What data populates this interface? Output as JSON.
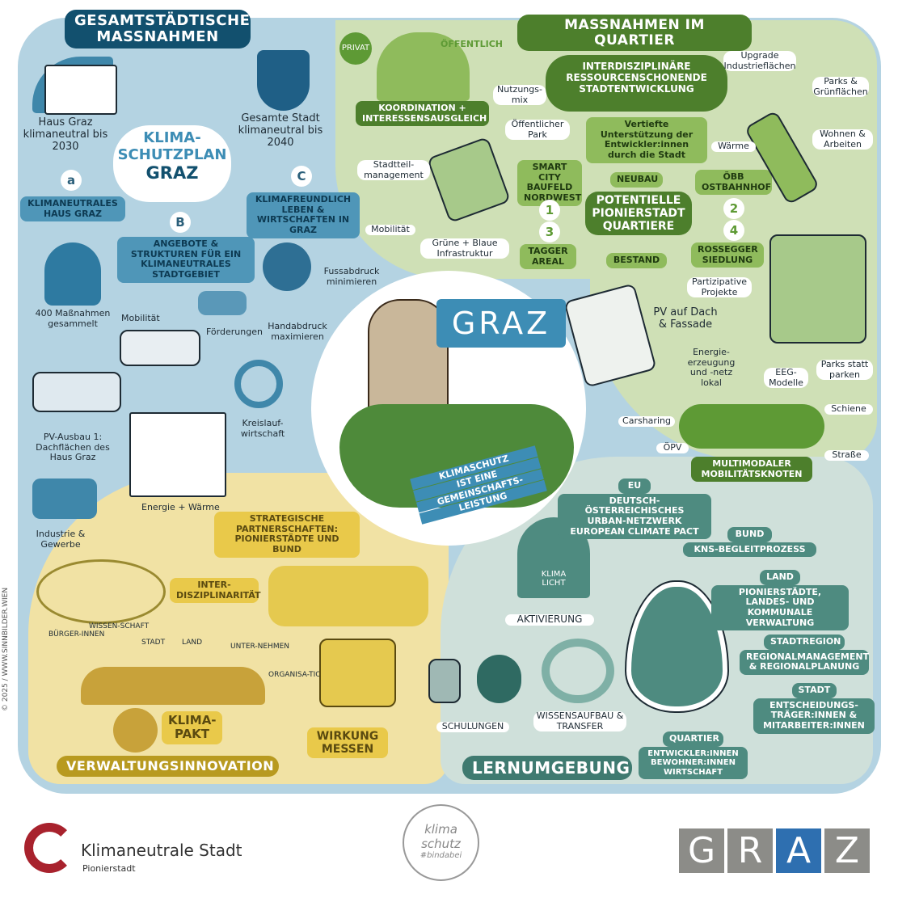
{
  "city": {
    "title": "GRAZ",
    "banner": [
      "KLIMASCHUTZ",
      "IST EINE",
      "GEMEINSCHAFTS-",
      "LEISTUNG"
    ]
  },
  "gesamt": {
    "title": "GESAMTSTÄDTISCHE MASSNAHMEN",
    "center": [
      "KLIMA-",
      "SCHUTZPLAN",
      "GRAZ"
    ],
    "haus": "Haus Graz klimaneutral bis 2030",
    "stadt": "Gesamte Stadt klimaneutral bis 2040",
    "a": "a",
    "a_label": "KLIMANEUTRALES HAUS GRAZ",
    "b": "B",
    "b_label": "ANGEBOTE & STRUKTUREN FÜR EIN KLIMANEUTRALES STADTGEBIET",
    "c": "C",
    "c_label": "KLIMAFREUNDLICH LEBEN & WIRTSCHAFTEN IN GRAZ",
    "items": {
      "massnahmen": "400 Maßnahmen gesammelt",
      "mobilitaet": "Mobilität",
      "foerderungen": "Förderungen",
      "fuss": "Fussabdruck minimieren",
      "hand": "Handabdruck maximieren",
      "pv": "PV-Ausbau 1: Dachflächen des Haus Graz",
      "kreis": "Kreislauf-wirtschaft",
      "energie": "Energie + Wärme",
      "industrie": "Industrie & Gewerbe"
    }
  },
  "quartier": {
    "title": "MASSNAHMEN IM QUARTIER",
    "privat": "PRIVAT",
    "oeffentlich": "ÖFFENTLICH",
    "koordination": "KOORDINATION + INTERESSENSAUSGLEICH",
    "spokes": [
      "Nutzungs-mix",
      "Öffentlicher Park",
      "Stadtteil-management",
      "Mobilität",
      "Grüne + Blaue Infrastruktur"
    ],
    "inter": "INTERDISZIPLINÄRE RESSOURCENSCHONENDE STADTENTWICKLUNG",
    "vertiefte": "Vertiefte Unterstützung der Entwickler:innen durch die Stadt",
    "neubau": "NEUBAU",
    "pionier": "POTENTIELLE PIONIERSTADT QUARTIERE",
    "bestand": "BESTAND",
    "q1": {
      "num": "1",
      "label": "SMART CITY BAUFELD NORDWEST"
    },
    "q2": {
      "num": "2",
      "label": "ÖBB OSTBAHNHOF"
    },
    "q3": {
      "num": "3",
      "label": "TAGGER AREAL"
    },
    "q4": {
      "num": "4",
      "label": "ROSSEGGER SIEDLUNG"
    },
    "ost": [
      "Upgrade Industrieflächen",
      "Parks & Grünflächen",
      "Wärme",
      "Wohnen & Arbeiten"
    ],
    "ross": [
      "Partizipative Projekte",
      "PV auf Dach & Fassade",
      "Energie-erzeugung und -netz lokal",
      "EEG-Modelle",
      "Parks statt parken"
    ],
    "mob": [
      "Carsharing",
      "Schiene",
      "ÖPV",
      "Straße"
    ],
    "knoten": "MULTIMODALER MOBILITÄTSKNOTEN"
  },
  "verwaltung": {
    "title": "VERWALTUNGSINNOVATION",
    "strat": "STRATEGISCHE PARTNERSCHAFTEN: PIONIERSTÄDTE UND BUND",
    "inter": "INTER-DISZIPLINARITÄT",
    "people": [
      "BÜRGER-INNEN",
      "WISSEN-SCHAFT",
      "STADT",
      "LAND",
      "UNTER-NEHMEN",
      "ORGANISA-TIONEN"
    ],
    "pakt": "KLIMA-PAKT",
    "wirkung": "WIRKUNG MESSEN"
  },
  "lern": {
    "title": "LERNUMGEBUNG",
    "aktiv": "AKTIVIERUNG",
    "shirt": "KLIMA LICHT",
    "schul": "SCHULUNGEN",
    "wissen": "WISSENSAUFBAU & TRANSFER",
    "levels": [
      {
        "h": "EU",
        "t": "DEUTSCH-ÖSTERREICHISCHES URBAN-NETZWERK EUROPEAN CLIMATE PACT"
      },
      {
        "h": "BUND",
        "t": "KNS-BEGLEITPROZESS"
      },
      {
        "h": "LAND",
        "t": "PIONIERSTÄDTE, LANDES- UND KOMMUNALE VERWALTUNG"
      },
      {
        "h": "STADTREGION",
        "t": "REGIONALMANAGEMENT & REGIONALPLANUNG"
      },
      {
        "h": "STADT",
        "t": "ENTSCHEIDUNGS-TRÄGER:INNEN & MITARBEITER:INNEN"
      },
      {
        "h": "QUARTIER",
        "t": "ENTWICKLER:INNEN BEWOHNER:INNEN WIRTSCHAFT"
      }
    ]
  },
  "copyright": "© 2025 / WWW.SINNBILDER.WIEN",
  "footer": {
    "logo1": "Klimaneutrale Stadt",
    "logo1_sub": "Pionierstadt",
    "logo2": [
      "klima",
      "schutz",
      "#bindabei"
    ],
    "logo3": [
      "G",
      "R",
      "A",
      "Z"
    ]
  },
  "colors": {
    "blue": "#b4d3e2",
    "green": "#cfe0b6",
    "yellow": "#f1e2a4",
    "teal": "#cfe0da",
    "graz_gray": "#8c8c88",
    "graz_blue": "#2e6fb0",
    "red": "#a8222d"
  }
}
